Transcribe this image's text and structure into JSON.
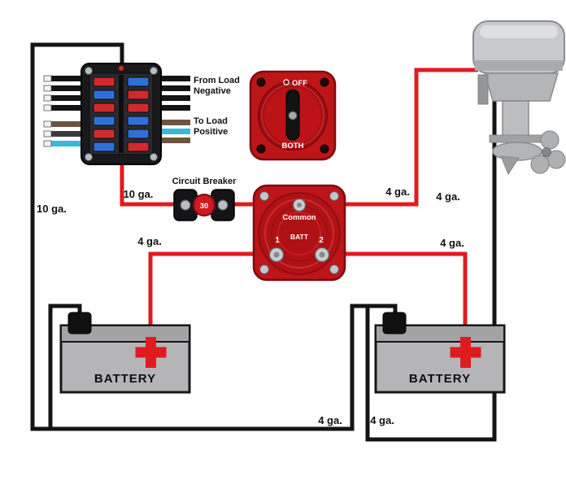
{
  "colors": {
    "wire_red": "#e01b1f",
    "wire_black": "#141414",
    "switch_red": "#be1519"
  },
  "fuse_block": {
    "right_label_top": {
      "line1": "From Load",
      "line2": "Negative"
    },
    "right_label_bottom": {
      "line1": "To Load",
      "line2": "Positive"
    }
  },
  "circuit_breaker": {
    "label": "Circuit Breaker",
    "rating": "30"
  },
  "battery_switch": {
    "position_top": "OFF",
    "position_bottom": "BOTH"
  },
  "selector_switch": {
    "common": "Common",
    "batt": "BATT",
    "post1": "1",
    "post2": "2"
  },
  "batteries": {
    "left_label": "BATTERY",
    "right_label": "BATTERY"
  },
  "wire_labels": {
    "left_vertical": "10 ga.",
    "breaker_feed": "10 ga.",
    "motor_positive": "4 ga.",
    "motor_negative": "4 ga.",
    "battery1_positive": "4 ga.",
    "battery2_positive": "4 ga.",
    "bottom_left": "4 ga.",
    "bottom_right": "4 ga."
  }
}
